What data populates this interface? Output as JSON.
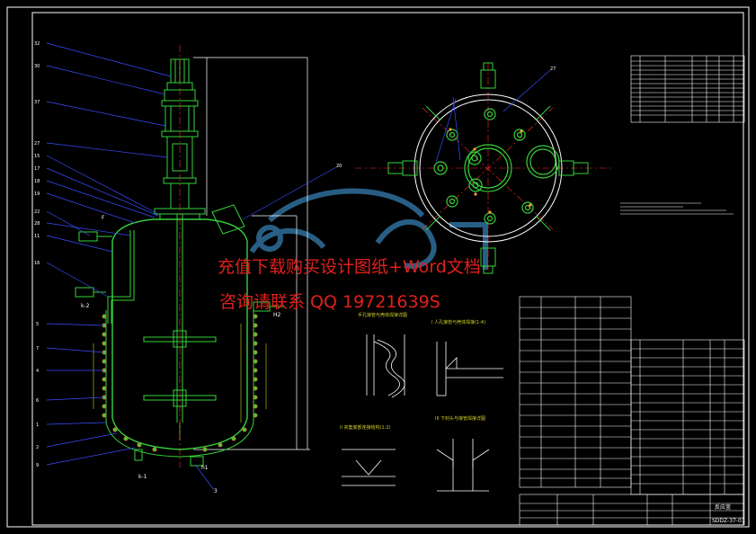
{
  "watermark": {
    "line1": "充值下载购买设计图纸+Word文档",
    "line2": "咨询请联系 QQ 1972163",
    "line2_suffix": "9S"
  },
  "colors": {
    "background": "#000000",
    "frame": "#ffffff",
    "vessel": "#36d23a",
    "leader": "#3a4dff",
    "centerline": "#ff2a2a",
    "dimension": "#cfcf2a",
    "table": "#ffffff",
    "watermark": "#e0201c",
    "logo": "#2f6f9c"
  },
  "elevation": {
    "balloons_left": [
      "32",
      "30",
      "37",
      "27",
      "15",
      "17",
      "18",
      "19",
      "22",
      "28",
      "11",
      "16",
      "5",
      "7",
      "4",
      "6",
      "1",
      "2",
      "9"
    ],
    "balloon_right": "20",
    "labels": {
      "f": "F",
      "k2": "k-2",
      "h2": "H2",
      "k1": "k-1",
      "h1": "h1",
      "bottom": "3"
    }
  },
  "plan": {
    "balloon": "27"
  },
  "details": {
    "d1_title": "手孔接管与壳体焊接详图",
    "d2_title": "I 人孔接管与壳体焊接(1:4)",
    "d3_title": "II 夹套底部连接结构(1:2)",
    "d4_title": "III 下封头与接管焊接详图"
  },
  "title_block": {
    "drawing_no": "SDDZ-37-01",
    "name": "反应釜"
  }
}
